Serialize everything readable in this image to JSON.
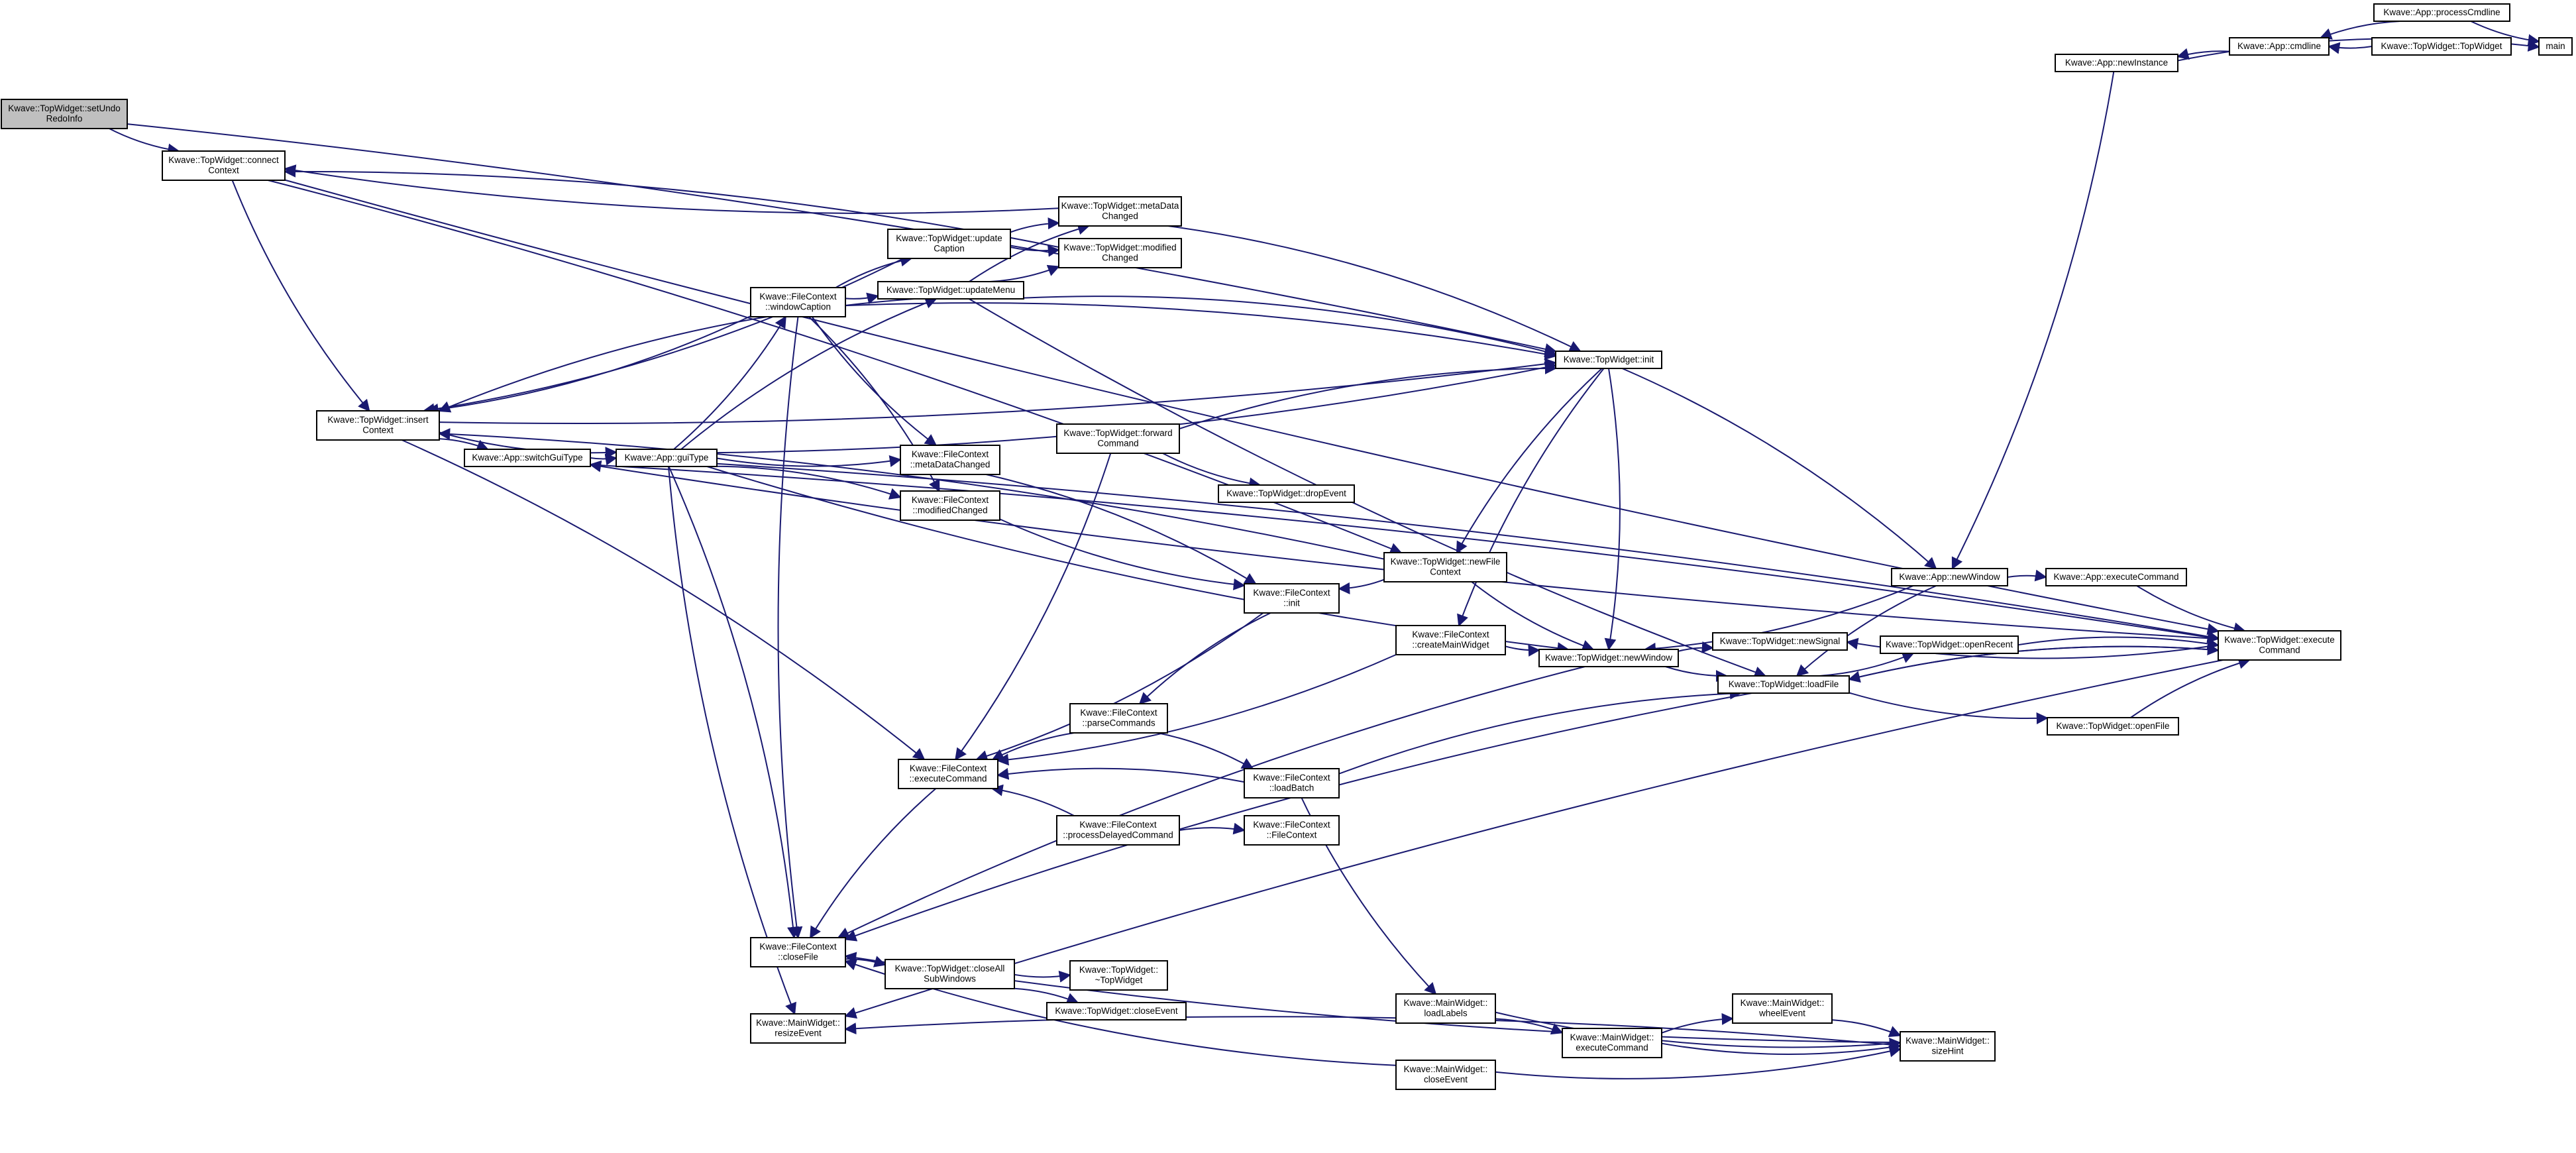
{
  "diagram": {
    "type": "call-graph",
    "nodes": [
      {
        "id": "setUndoRedoInfo",
        "lines": [
          "Kwave::TopWidget::setUndo",
          "RedoInfo"
        ],
        "focus": true
      },
      {
        "id": "connectContext",
        "lines": [
          "Kwave::TopWidget::connect",
          "Context"
        ]
      },
      {
        "id": "insertContext",
        "lines": [
          "Kwave::TopWidget::insert",
          "Context"
        ]
      },
      {
        "id": "switchGuiType",
        "lines": [
          "Kwave::App::switchGuiType"
        ]
      },
      {
        "id": "guiType",
        "lines": [
          "Kwave::App::guiType"
        ]
      },
      {
        "id": "windowCaption",
        "lines": [
          "Kwave::FileContext",
          "::windowCaption"
        ]
      },
      {
        "id": "updateCaption",
        "lines": [
          "Kwave::TopWidget::update",
          "Caption"
        ]
      },
      {
        "id": "updateMenu",
        "lines": [
          "Kwave::TopWidget::updateMenu"
        ]
      },
      {
        "id": "metaDataChangedTW",
        "lines": [
          "Kwave::TopWidget::metaData",
          "Changed"
        ]
      },
      {
        "id": "modifiedChangedTW",
        "lines": [
          "Kwave::TopWidget::modified",
          "Changed"
        ]
      },
      {
        "id": "metaDataChangedFC",
        "lines": [
          "Kwave::FileContext",
          "::metaDataChanged"
        ]
      },
      {
        "id": "modifiedChangedFC",
        "lines": [
          "Kwave::FileContext",
          "::modifiedChanged"
        ]
      },
      {
        "id": "forwardCommand",
        "lines": [
          "Kwave::TopWidget::forward",
          "Command"
        ]
      },
      {
        "id": "dropEvent",
        "lines": [
          "Kwave::TopWidget::dropEvent"
        ]
      },
      {
        "id": "twInit",
        "lines": [
          "Kwave::TopWidget::init"
        ]
      },
      {
        "id": "newFileContext",
        "lines": [
          "Kwave::TopWidget::newFile",
          "Context"
        ]
      },
      {
        "id": "fcInit",
        "lines": [
          "Kwave::FileContext",
          "::init"
        ]
      },
      {
        "id": "createMainWidget",
        "lines": [
          "Kwave::FileContext",
          "::createMainWidget"
        ]
      },
      {
        "id": "twNewWindow",
        "lines": [
          "Kwave::TopWidget::newWindow"
        ]
      },
      {
        "id": "parseCommands",
        "lines": [
          "Kwave::FileContext",
          "::parseCommands"
        ]
      },
      {
        "id": "fcExecuteCommand",
        "lines": [
          "Kwave::FileContext",
          "::executeCommand"
        ]
      },
      {
        "id": "loadBatch",
        "lines": [
          "Kwave::FileContext",
          "::loadBatch"
        ]
      },
      {
        "id": "processDelayedCommand",
        "lines": [
          "Kwave::FileContext",
          "::processDelayedCommand"
        ]
      },
      {
        "id": "fcCtor",
        "lines": [
          "Kwave::FileContext",
          "::FileContext"
        ]
      },
      {
        "id": "closeFile",
        "lines": [
          "Kwave::FileContext",
          "::closeFile"
        ]
      },
      {
        "id": "closeAllSubWindows",
        "lines": [
          "Kwave::TopWidget::closeAll",
          "SubWindows"
        ]
      },
      {
        "id": "twDtor",
        "lines": [
          "Kwave::TopWidget::",
          "~TopWidget"
        ]
      },
      {
        "id": "twCloseEvent",
        "lines": [
          "Kwave::TopWidget::closeEvent"
        ]
      },
      {
        "id": "resizeEvent",
        "lines": [
          "Kwave::MainWidget::",
          "resizeEvent"
        ]
      },
      {
        "id": "loadLabels",
        "lines": [
          "Kwave::MainWidget::",
          "loadLabels"
        ]
      },
      {
        "id": "mwCloseEvent",
        "lines": [
          "Kwave::MainWidget::",
          "closeEvent"
        ]
      },
      {
        "id": "mwExecuteCommand",
        "lines": [
          "Kwave::MainWidget::",
          "executeCommand"
        ]
      },
      {
        "id": "wheelEvent",
        "lines": [
          "Kwave::MainWidget::",
          "wheelEvent"
        ]
      },
      {
        "id": "sizeHint",
        "lines": [
          "Kwave::MainWidget::",
          "sizeHint"
        ]
      },
      {
        "id": "appNewWindow",
        "lines": [
          "Kwave::App::newWindow"
        ]
      },
      {
        "id": "appExecuteCommand",
        "lines": [
          "Kwave::App::executeCommand"
        ]
      },
      {
        "id": "newSignal",
        "lines": [
          "Kwave::TopWidget::newSignal"
        ]
      },
      {
        "id": "openRecent",
        "lines": [
          "Kwave::TopWidget::openRecent"
        ]
      },
      {
        "id": "loadFile",
        "lines": [
          "Kwave::TopWidget::loadFile"
        ]
      },
      {
        "id": "openFile",
        "lines": [
          "Kwave::TopWidget::openFile"
        ]
      },
      {
        "id": "twExecuteCommand",
        "lines": [
          "Kwave::TopWidget::execute",
          "Command"
        ]
      },
      {
        "id": "newInstance",
        "lines": [
          "Kwave::App::newInstance"
        ]
      },
      {
        "id": "cmdline",
        "lines": [
          "Kwave::App::cmdline"
        ]
      },
      {
        "id": "processCmdline",
        "lines": [
          "Kwave::App::processCmdline"
        ]
      },
      {
        "id": "twCtor",
        "lines": [
          "Kwave::TopWidget::TopWidget"
        ]
      },
      {
        "id": "main",
        "lines": [
          "main"
        ]
      }
    ],
    "edges": [
      [
        "connectContext",
        "setUndoRedoInfo"
      ],
      [
        "twInit",
        "setUndoRedoInfo"
      ],
      [
        "insertContext",
        "connectContext"
      ],
      [
        "newFileContext",
        "connectContext"
      ],
      [
        "twExecuteCommand",
        "connectContext"
      ],
      [
        "connectContext",
        "metaDataChangedTW"
      ],
      [
        "connectContext",
        "modifiedChangedTW"
      ],
      [
        "switchGuiType",
        "insertContext"
      ],
      [
        "guiType",
        "insertContext"
      ],
      [
        "fcExecuteCommand",
        "insertContext"
      ],
      [
        "guiType",
        "switchGuiType"
      ],
      [
        "twExecuteCommand",
        "switchGuiType"
      ],
      [
        "windowCaption",
        "guiType"
      ],
      [
        "updateMenu",
        "guiType"
      ],
      [
        "metaDataChangedFC",
        "guiType"
      ],
      [
        "modifiedChangedFC",
        "guiType"
      ],
      [
        "twInit",
        "guiType"
      ],
      [
        "twExecuteCommand",
        "guiType"
      ],
      [
        "twNewWindow",
        "guiType"
      ],
      [
        "closeFile",
        "guiType"
      ],
      [
        "resizeEvent",
        "guiType"
      ],
      [
        "insertContext",
        "updateCaption"
      ],
      [
        "insertContext",
        "updateMenu"
      ],
      [
        "insertContext",
        "windowCaption"
      ],
      [
        "insertContext",
        "newFileContext"
      ],
      [
        "updateCaption",
        "windowCaption"
      ],
      [
        "updateMenu",
        "windowCaption"
      ],
      [
        "twInit",
        "windowCaption"
      ],
      [
        "metaDataChangedFC",
        "windowCaption"
      ],
      [
        "modifiedChangedFC",
        "windowCaption"
      ],
      [
        "closeFile",
        "windowCaption"
      ],
      [
        "metaDataChangedTW",
        "updateCaption"
      ],
      [
        "modifiedChangedTW",
        "updateCaption"
      ],
      [
        "metaDataChangedTW",
        "updateMenu"
      ],
      [
        "modifiedChangedTW",
        "updateMenu"
      ],
      [
        "twInit",
        "updateMenu"
      ],
      [
        "loadFile",
        "updateMenu"
      ],
      [
        "twInit",
        "metaDataChangedTW"
      ],
      [
        "twInit",
        "insertContext"
      ],
      [
        "twNewWindow",
        "twInit"
      ],
      [
        "newFileContext",
        "twInit"
      ],
      [
        "appNewWindow",
        "twInit"
      ],
      [
        "createMainWidget",
        "twInit"
      ],
      [
        "twInit",
        "forwardCommand"
      ],
      [
        "dropEvent",
        "forwardCommand"
      ],
      [
        "fcInit",
        "metaDataChangedFC"
      ],
      [
        "fcInit",
        "modifiedChangedFC"
      ],
      [
        "fcInit",
        "newFileContext"
      ],
      [
        "twNewWindow",
        "newFileContext"
      ],
      [
        "fcExecuteCommand",
        "fcInit"
      ],
      [
        "parseCommands",
        "fcInit"
      ],
      [
        "fcExecuteCommand",
        "createMainWidget"
      ],
      [
        "twNewWindow",
        "createMainWidget"
      ],
      [
        "fcExecuteCommand",
        "forwardCommand"
      ],
      [
        "loadFile",
        "twNewWindow"
      ],
      [
        "newSignal",
        "twNewWindow"
      ],
      [
        "closeFile",
        "twNewWindow"
      ],
      [
        "twNewWindow",
        "appNewWindow"
      ],
      [
        "fcExecuteCommand",
        "parseCommands"
      ],
      [
        "loadBatch",
        "parseCommands"
      ],
      [
        "fcExecuteCommand",
        "loadBatch"
      ],
      [
        "loadFile",
        "loadBatch"
      ],
      [
        "fcExecuteCommand",
        "processDelayedCommand"
      ],
      [
        "fcCtor",
        "processDelayedCommand"
      ],
      [
        "closeFile",
        "fcExecuteCommand"
      ],
      [
        "closeAllSubWindows",
        "closeFile"
      ],
      [
        "twDtor",
        "closeAllSubWindows"
      ],
      [
        "twCloseEvent",
        "closeAllSubWindows"
      ],
      [
        "closeFile",
        "loadFile"
      ],
      [
        "closeFile",
        "sizeHint"
      ],
      [
        "resizeEvent",
        "sizeHint"
      ],
      [
        "closeFile",
        "mwCloseEvent"
      ],
      [
        "loadLabels",
        "loadBatch"
      ],
      [
        "mwExecuteCommand",
        "loadLabels"
      ],
      [
        "sizeHint",
        "loadLabels"
      ],
      [
        "wheelEvent",
        "mwExecuteCommand"
      ],
      [
        "sizeHint",
        "mwExecuteCommand"
      ],
      [
        "sizeHint",
        "wheelEvent"
      ],
      [
        "sizeHint",
        "mwCloseEvent"
      ],
      [
        "appExecuteCommand",
        "appNewWindow"
      ],
      [
        "twExecuteCommand",
        "appExecuteCommand"
      ],
      [
        "appNewWindow",
        "newInstance"
      ],
      [
        "loadFile",
        "appNewWindow"
      ],
      [
        "newSignal",
        "twExecuteCommand"
      ],
      [
        "openRecent",
        "loadFile"
      ],
      [
        "twExecuteCommand",
        "loadFile"
      ],
      [
        "loadFile",
        "twExecuteCommand"
      ],
      [
        "twExecuteCommand",
        "openRecent"
      ],
      [
        "openFile",
        "loadFile"
      ],
      [
        "twExecuteCommand",
        "openFile"
      ],
      [
        "newInstance",
        "cmdline"
      ],
      [
        "main",
        "newInstance"
      ],
      [
        "cmdline",
        "processCmdline"
      ],
      [
        "cmdline",
        "twCtor"
      ],
      [
        "main",
        "processCmdline"
      ],
      [
        "switchGuiType",
        "twExecuteCommand"
      ],
      [
        "resizeEvent",
        "twExecuteCommand"
      ]
    ]
  }
}
